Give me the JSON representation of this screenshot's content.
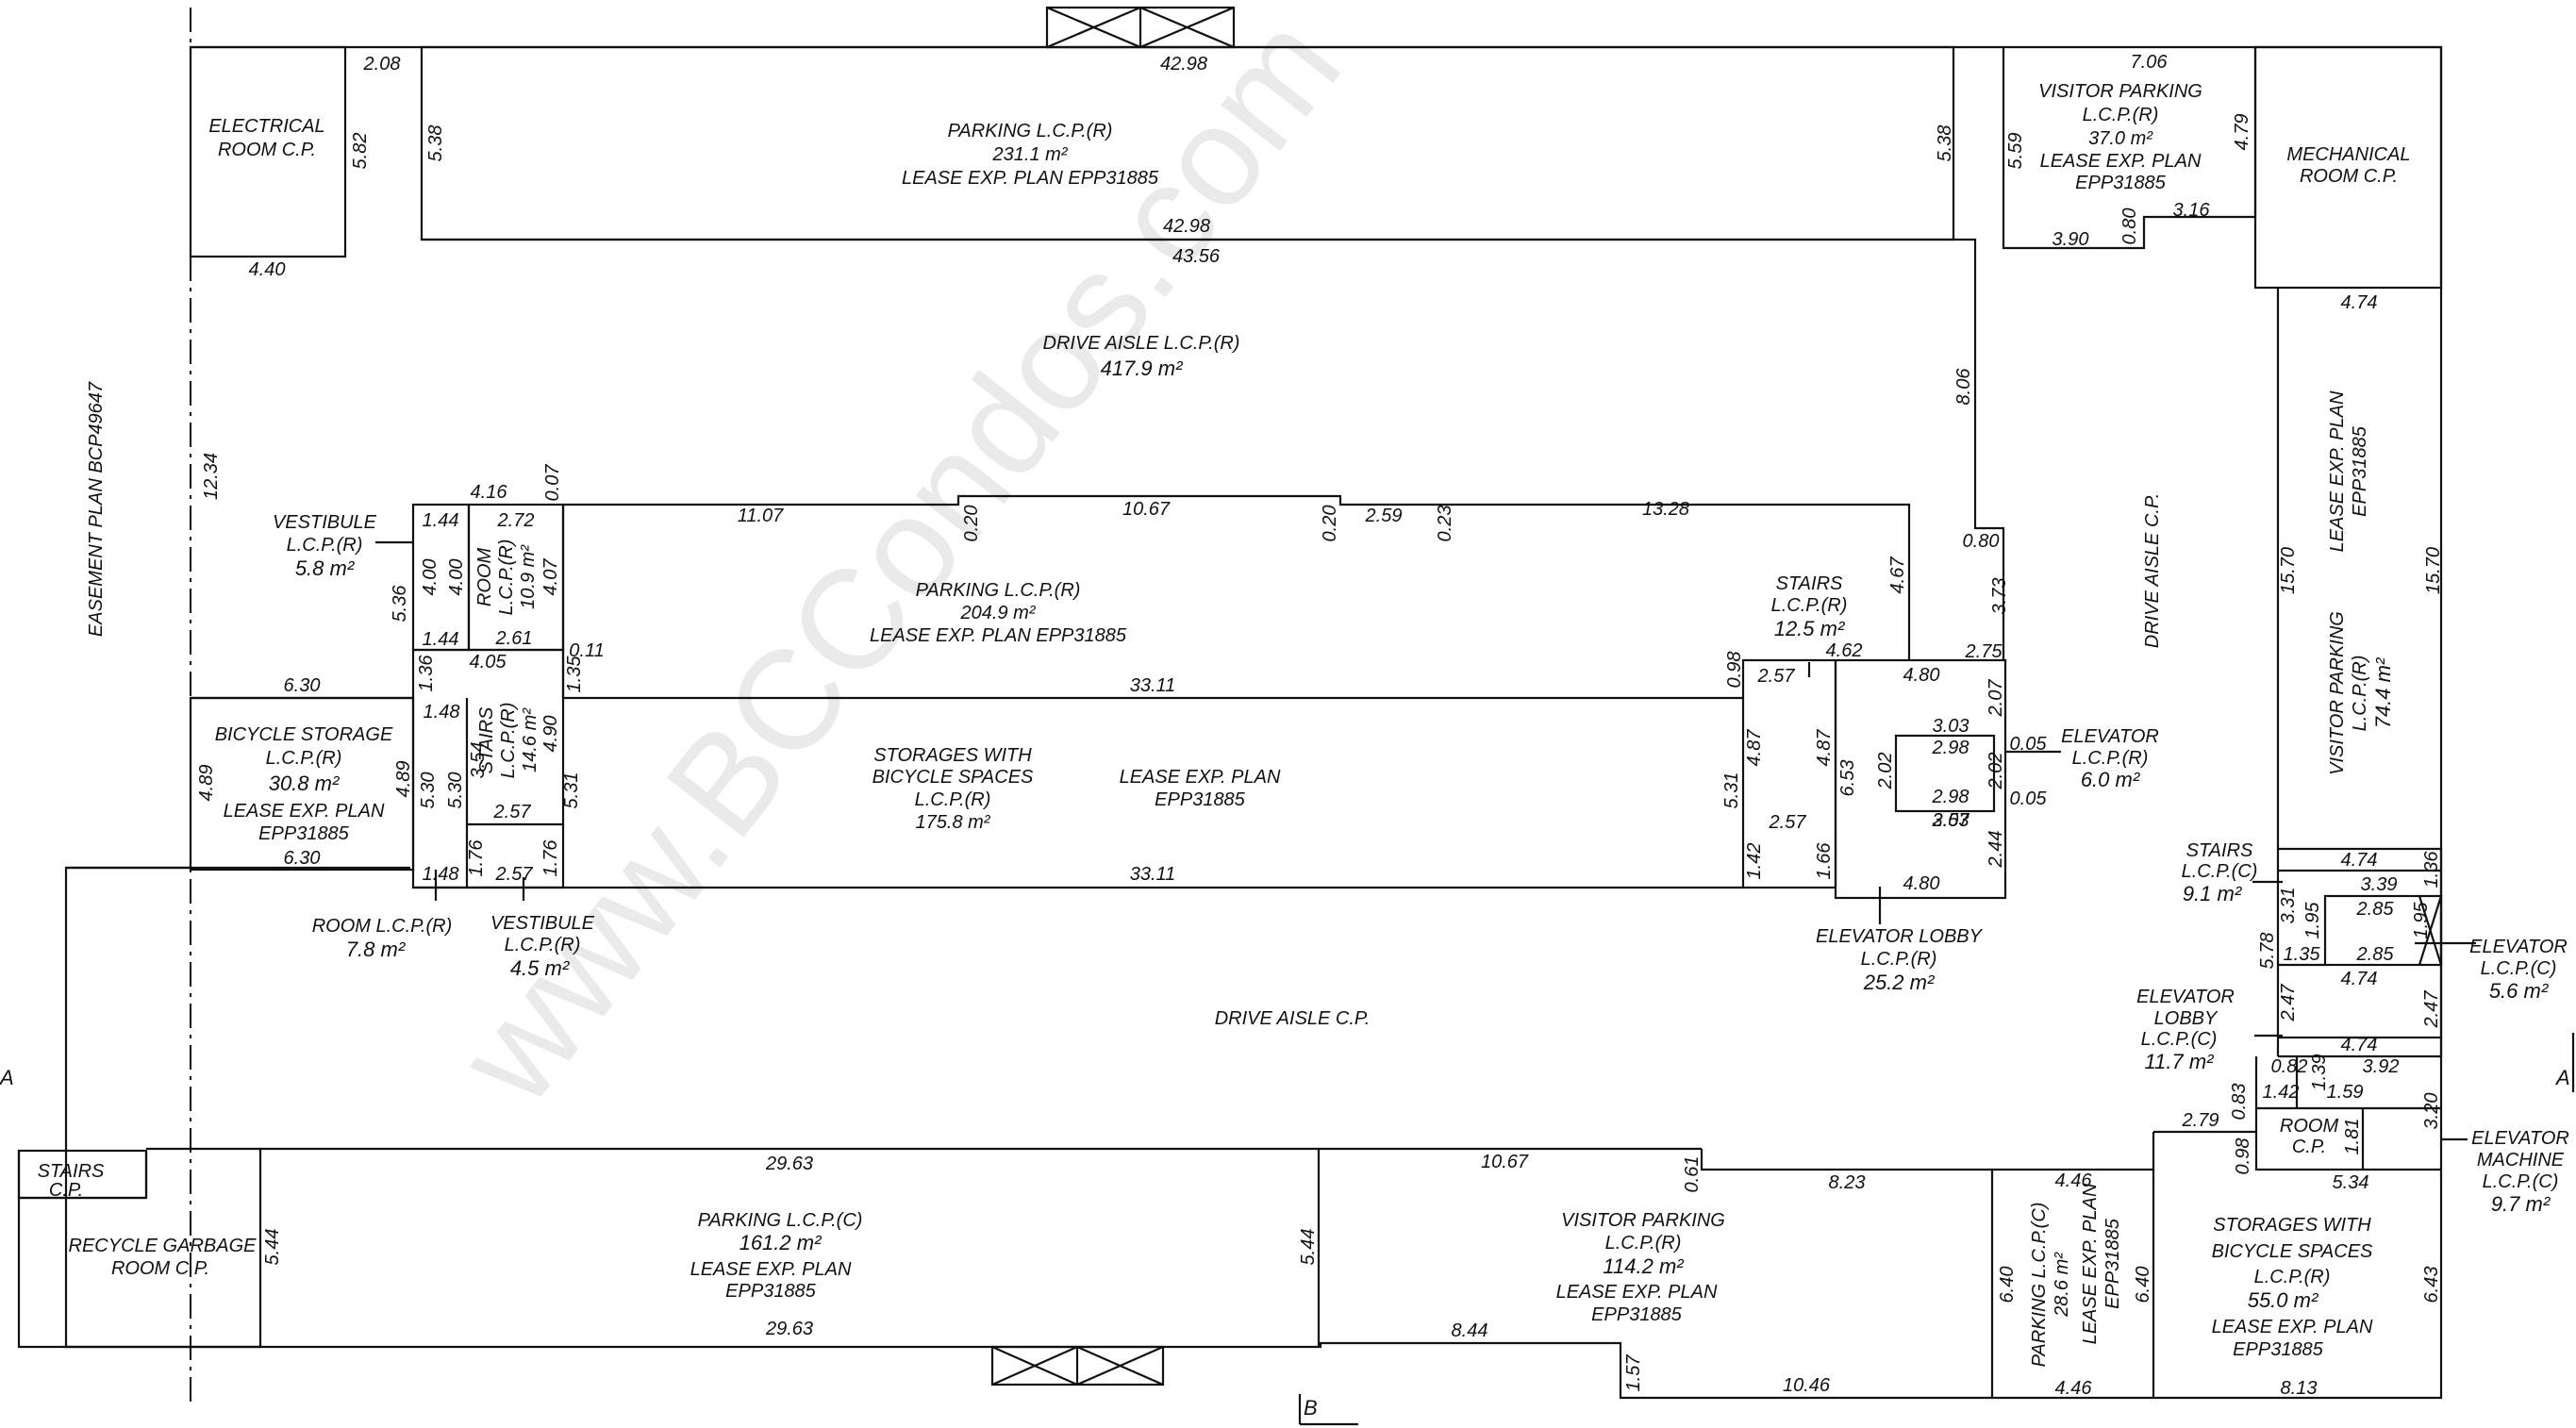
{
  "watermark": "www.BCCondos.com",
  "labels": {
    "electrical_room": [
      "ELECTRICAL",
      "ROOM C.P."
    ],
    "parking_top": [
      "PARKING L.C.P.(R)",
      "231.1 m²",
      "LEASE EXP. PLAN EPP31885"
    ],
    "visitor_parking_top": [
      "VISITOR PARKING",
      "L.C.P.(R)",
      "37.0 m²",
      "LEASE EXP. PLAN",
      "EPP31885"
    ],
    "mechanical_room": [
      "MECHANICAL",
      "ROOM C.P."
    ],
    "drive_aisle_lcp": [
      "DRIVE AISLE L.C.P.(R)",
      "417.9 m²"
    ],
    "easement": "EASEMENT PLAN BCP49647",
    "vestibule_top": [
      "VESTIBULE",
      "L.C.P.(R)",
      "5.8 m²"
    ],
    "room_top": [
      "ROOM",
      "L.C.P.(R)",
      "10.9 m²"
    ],
    "parking_mid": [
      "PARKING L.C.P.(R)",
      "204.9 m²",
      "LEASE EXP. PLAN EPP31885"
    ],
    "stairs_right": [
      "STAIRS",
      "L.C.P.(R)",
      "12.5 m²"
    ],
    "drive_aisle_cp_right": "DRIVE AISLE C.P.",
    "visitor_parking_right": [
      "VISITOR PARKING",
      "L.C.P.(R)",
      "74.4 m²"
    ],
    "lease_exp_right": [
      "LEASE EXP. PLAN",
      "EPP31885"
    ],
    "bicycle_storage": [
      "BICYCLE STORAGE",
      "L.C.P.(R)",
      "30.8 m²",
      "LEASE EXP. PLAN",
      "EPP31885"
    ],
    "stairs_left": [
      "STAIRS",
      "L.C.P.(R)",
      "14.6 m²"
    ],
    "storages_left": [
      "STORAGES WITH",
      "BICYCLE SPACES",
      "L.C.P.(R)",
      "175.8 m²"
    ],
    "lease_exp_mid": [
      "LEASE EXP. PLAN",
      "EPP31885"
    ],
    "elevator_right": [
      "ELEVATOR",
      "L.C.P.(R)",
      "6.0 m²"
    ],
    "elevator_lobby_mid": [
      "ELEVATOR LOBBY",
      "L.C.P.(R)",
      "25.2 m²"
    ],
    "room_bottom": [
      "ROOM L.C.P.(R)",
      "7.8 m²"
    ],
    "vestibule_bottom": [
      "VESTIBULE",
      "L.C.P.(R)",
      "4.5 m²"
    ],
    "drive_aisle_cp": "DRIVE AISLE C.P.",
    "stairs_c": [
      "STAIRS",
      "L.C.P.(C)",
      "9.1 m²"
    ],
    "elevator_c": [
      "ELEVATOR",
      "L.C.P.(C)",
      "5.6 m²"
    ],
    "elevator_lobby_c": [
      "ELEVATOR",
      "LOBBY",
      "L.C.P.(C)",
      "11.7 m²"
    ],
    "room_cp": [
      "ROOM",
      "C.P."
    ],
    "elevator_machine": [
      "ELEVATOR",
      "MACHINE",
      "L.C.P.(C)",
      "9.7 m²"
    ],
    "stairs_cp": [
      "STAIRS",
      "C.P."
    ],
    "recycle": [
      "RECYCLE GARBAGE",
      "ROOM C.P."
    ],
    "parking_bottom": [
      "PARKING L.C.P.(C)",
      "161.2 m²",
      "LEASE EXP. PLAN",
      "EPP31885"
    ],
    "visitor_parking_bottom": [
      "VISITOR PARKING",
      "L.C.P.(R)",
      "114.2 m²",
      "LEASE EXP. PLAN",
      "EPP31885"
    ],
    "parking_small": [
      "PARKING L.C.P.(C)",
      "28.6 m²"
    ],
    "parking_small_lease": [
      "LEASE EXP. PLAN",
      "EPP31885"
    ],
    "storages_bottom": [
      "STORAGES WITH",
      "BICYCLE SPACES",
      "L.C.P.(R)",
      "55.0 m²",
      "LEASE EXP. PLAN",
      "EPP31885"
    ],
    "section_a": "A",
    "section_b": "B"
  },
  "dimensions": {
    "d1": "2.08",
    "d2": "42.98",
    "d3": "7.06",
    "d4": "5.82",
    "d5": "5.38",
    "d6": "5.38",
    "d7": "5.59",
    "d8": "4.79",
    "d9": "42.98",
    "d10": "43.56",
    "d11": "3.16",
    "d12": "3.90",
    "d13": "0.80",
    "d14": "4.40",
    "d15": "4.74",
    "d16": "8.06",
    "d17": "12.34",
    "d18": "4.16",
    "d19": "0.07",
    "d20": "11.07",
    "d21": "0.20",
    "d22": "10.67",
    "d23": "0.20",
    "d24": "2.59",
    "d25": "0.23",
    "d26": "13.28",
    "d27": "15.70",
    "d28": "15.70",
    "d29": "1.44",
    "d30": "2.72",
    "d31": "4.00",
    "d32": "4.00",
    "d33": "4.07",
    "d34": "5.36",
    "d35": "1.44",
    "d36": "2.61",
    "d37": "0.80",
    "d38": "3.73",
    "d39": "4.67",
    "d40": "6.30",
    "d41": "1.36",
    "d42": "4.05",
    "d43": "1.35",
    "d44": "0.11",
    "d45": "33.11",
    "d46": "0.98",
    "d47": "2.57",
    "d48": "4.62",
    "d49": "4.80",
    "d50": "2.75",
    "d51": "2.07",
    "d52": "1.48",
    "d53": "3.54",
    "d54": "4.90",
    "d55": "3.03",
    "d56": "2.98",
    "d57": "0.05",
    "d58": "4.89",
    "d59": "4.89",
    "d60": "5.30",
    "d61": "5.30",
    "d62": "5.31",
    "d63": "5.31",
    "d64": "4.87",
    "d65": "4.87",
    "d66": "6.53",
    "d67": "2.02",
    "d68": "2.02",
    "d69": "2.98",
    "d70": "0.05",
    "d71": "2.57",
    "d72": "3.03",
    "d73": "2.57",
    "d74": "2.57",
    "d75": "6.30",
    "d76": "1.76",
    "d77": "1.76",
    "d78": "1.42",
    "d79": "1.66",
    "d80": "2.44",
    "d81": "1.48",
    "d82": "2.57",
    "d83": "33.11",
    "d84": "4.80",
    "d85": "4.74",
    "d86": "1.36",
    "d87": "3.39",
    "d88": "3.31",
    "d89": "1.95",
    "d90": "2.85",
    "d91": "1.95",
    "d92": "5.78",
    "d93": "1.35",
    "d94": "2.85",
    "d95": "4.74",
    "d96": "2.47",
    "d97": "2.47",
    "d98": "4.74",
    "d99": "0.82",
    "d100": "1.39",
    "d101": "3.92",
    "d102": "1.42",
    "d103": "1.59",
    "d104": "0.83",
    "d105": "3.20",
    "d106": "2.79",
    "d107": "0.98",
    "d108": "1.81",
    "d109": "5.34",
    "d110": "29.63",
    "d111": "10.67",
    "d112": "0.61",
    "d113": "8.23",
    "d114": "4.46",
    "d115": "5.44",
    "d116": "5.44",
    "d117": "6.40",
    "d118": "6.40",
    "d119": "6.43",
    "d120": "29.63",
    "d121": "8.44",
    "d122": "1.57",
    "d123": "10.46",
    "d124": "4.46",
    "d125": "8.13"
  }
}
